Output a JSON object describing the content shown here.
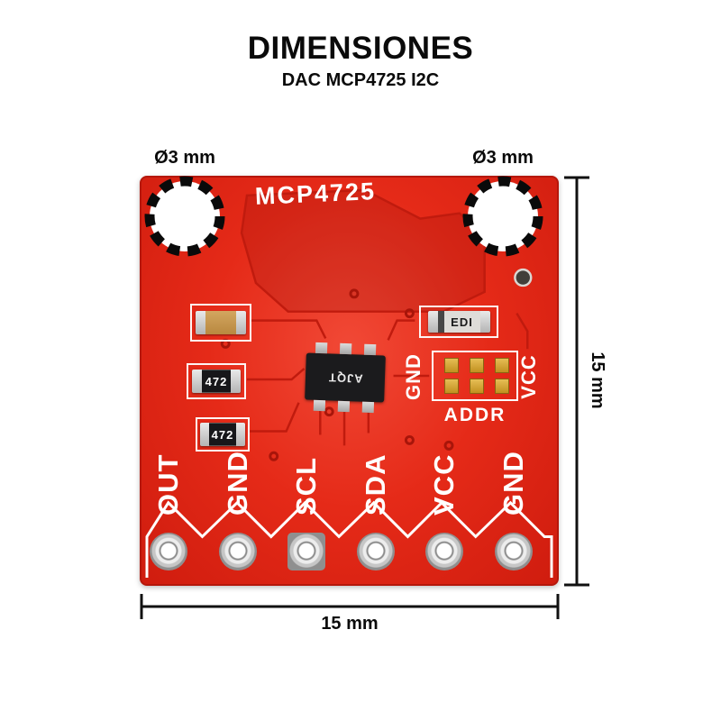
{
  "header": {
    "title": "DIMENSIONES",
    "subtitle": "DAC MCP4725 I2C"
  },
  "dimensions": {
    "hole_left": "Ø3 mm",
    "hole_right": "Ø3 mm",
    "board_height": "15 mm",
    "board_width": "15 mm"
  },
  "board": {
    "silkscreen_title": "MCP4725",
    "ic_marking": "AJQT",
    "resistor_top_label": "472",
    "resistor_bottom_label": "472",
    "diode_label": "EDI",
    "jumper": {
      "left": "GND",
      "right": "VCC",
      "name": "ADDR"
    },
    "pins": [
      {
        "label": "OUT"
      },
      {
        "label": "GND"
      },
      {
        "label": "SCL"
      },
      {
        "label": "SDA"
      },
      {
        "label": "VCC"
      },
      {
        "label": "GND"
      }
    ]
  },
  "colors": {
    "board_red": "#e52a18",
    "silkscreen_white": "#ffffff",
    "annotation_black": "#0a0a0a"
  }
}
